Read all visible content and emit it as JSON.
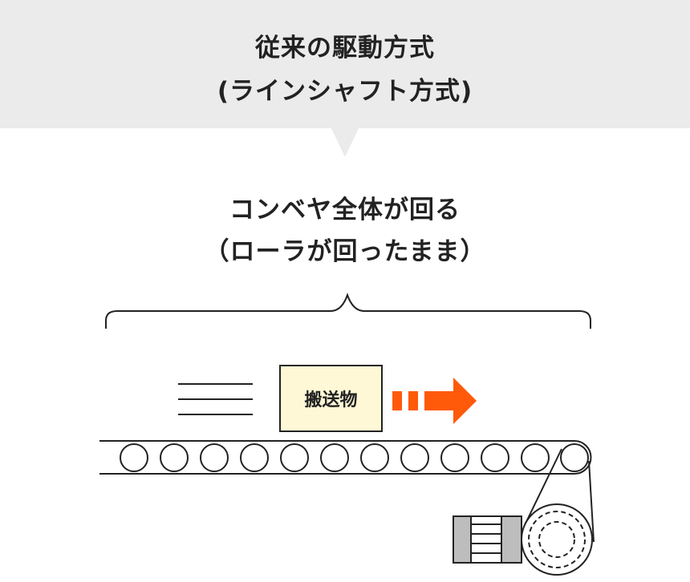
{
  "header": {
    "title_line1": "従来の駆動方式",
    "title_line2": "(ラインシャフト方式)"
  },
  "subtitle": {
    "line1": "コンベヤ全体が回る",
    "line2": "（ローラが回ったまま）"
  },
  "package": {
    "label": "搬送物"
  },
  "colors": {
    "header_bg": "#ebebeb",
    "arrow": "#ff5a0a",
    "package_fill": "#fff8d6",
    "motor_gray": "#bdbdbd",
    "line": "#222222"
  },
  "icons": {
    "motion_lines": "speed-lines-icon",
    "arrow": "dashed-arrow-right-icon"
  }
}
